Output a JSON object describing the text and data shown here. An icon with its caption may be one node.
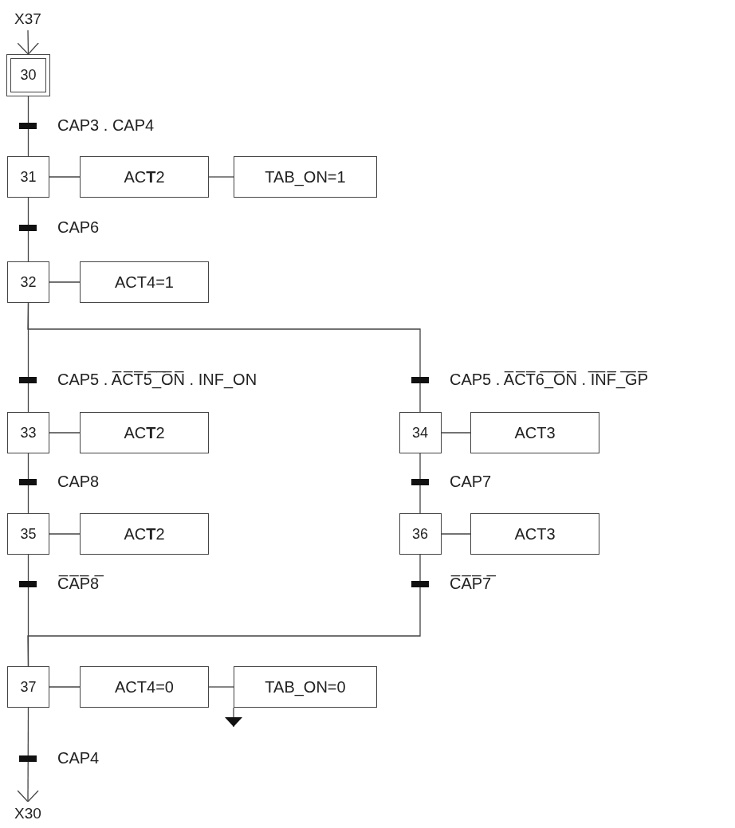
{
  "diagram": {
    "nodes": [
      {
        "text": [
          "X37"
        ]
      },
      {
        "text": [
          "30"
        ]
      },
      {
        "text": [
          "31"
        ]
      },
      {
        "text": [
          "AC**T**2"
        ]
      },
      {
        "text": [
          "TAB_ON=1"
        ]
      },
      {
        "text": [
          "32"
        ]
      },
      {
        "text": [
          "ACT4=1"
        ]
      },
      {
        "text": [
          "33"
        ]
      },
      {
        "text": [
          "AC**T**2"
        ]
      },
      {
        "text": [
          "34"
        ]
      },
      {
        "text": [
          "ACT3"
        ]
      },
      {
        "text": [
          "35"
        ]
      },
      {
        "text": [
          "AC**T**2"
        ]
      },
      {
        "text": [
          "36"
        ]
      },
      {
        "text": [
          "ACT3"
        ]
      },
      {
        "text": [
          "37"
        ]
      },
      {
        "text": [
          "ACT4=0"
        ]
      },
      {
        "text": [
          "TAB_ON=0"
        ]
      },
      {
        "text": [
          "X30"
        ]
      }
    ],
    "edges": [
      {
        "from": 0,
        "to": 1,
        "arrow": "to"
      },
      {
        "from": 1,
        "to": 2,
        "arrow": "none",
        "label": "CAP3 . CAP4"
      },
      {
        "from": 2,
        "to": 3,
        "arrow": "none"
      },
      {
        "from": 3,
        "to": 4,
        "arrow": "none"
      },
      {
        "from": 2,
        "to": 5,
        "arrow": "none",
        "label": "CAP6"
      },
      {
        "from": 5,
        "to": 6,
        "arrow": "none"
      },
      {
        "from": 5,
        "to": 7,
        "arrow": "none",
        "label": "CAP5 . A̅C̅T̅5̅_̅O̅N̅ . INF_ON"
      },
      {
        "from": 5,
        "to": 9,
        "arrow": "none",
        "label": "CAP5 . A̅C̅T̅6̅_̅O̅N̅ . I̅N̅F̅_̅G̅P̅"
      },
      {
        "from": 7,
        "to": 8,
        "arrow": "none"
      },
      {
        "from": 9,
        "to": 10,
        "arrow": "none"
      },
      {
        "from": 7,
        "to": 11,
        "arrow": "none",
        "label": "CAP8"
      },
      {
        "from": 9,
        "to": 13,
        "arrow": "none",
        "label": "CAP7"
      },
      {
        "from": 11,
        "to": 12,
        "arrow": "none"
      },
      {
        "from": 13,
        "to": 14,
        "arrow": "none"
      },
      {
        "from": 11,
        "to": 15,
        "arrow": "none",
        "label": "C̅A̅P̅8̅"
      },
      {
        "from": 13,
        "to": 15,
        "arrow": "none",
        "label": "C̅A̅P̅7̅"
      },
      {
        "from": 15,
        "to": 16,
        "arrow": "none"
      },
      {
        "from": 16,
        "to": 17,
        "arrow": "none"
      },
      {
        "from": 17,
        "to": null,
        "arrow": "to"
      },
      {
        "from": 15,
        "to": 18,
        "arrow": "to",
        "label": "CAP4"
      }
    ]
  }
}
